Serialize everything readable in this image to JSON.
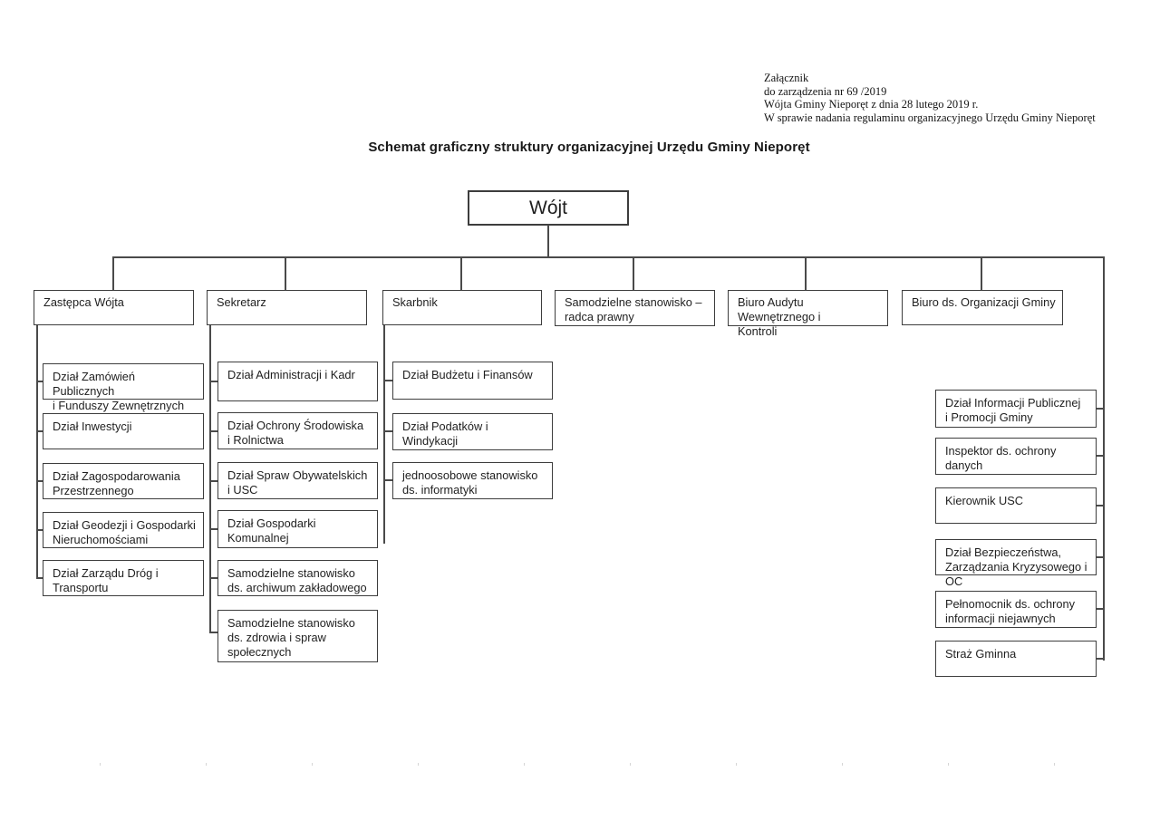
{
  "note": {
    "lines": [
      "Załącznik",
      "do zarządzenia nr 69 /2019",
      "Wójta Gminy Nieporęt z dnia 28 lutego 2019 r.",
      "W sprawie nadania regulaminu organizacyjnego Urzędu Gminy Nieporęt"
    ]
  },
  "title": "Schemat graficzny struktury organizacyjnej Urzędu Gminy Nieporęt",
  "org": {
    "root": {
      "label": "Wójt"
    },
    "branches": [
      {
        "label": "Zastępca  Wójta",
        "children": [
          "Dział Zamówień Publicznych\ni Funduszy Zewnętrznych",
          "Dział Inwestycji",
          "Dział Zagospodarowania\nPrzestrzennego",
          "Dział Geodezji i Gospodarki\nNieruchomościami",
          "Dział Zarządu Dróg i\nTransportu"
        ]
      },
      {
        "label": "Sekretarz",
        "children": [
          "Dział Administracji i Kadr",
          "Dział Ochrony Środowiska\ni Rolnictwa",
          "Dział Spraw Obywatelskich\ni USC",
          "Dział Gospodarki Komunalnej",
          "Samodzielne stanowisko\nds. archiwum zakładowego",
          "Samodzielne stanowisko\nds. zdrowia i spraw\nspołecznych"
        ]
      },
      {
        "label": "Skarbnik",
        "children": [
          "Dział Budżetu i Finansów",
          "Dział Podatków i Windykacji",
          "jednoosobowe stanowisko\nds. informatyki"
        ]
      },
      {
        "label": "Samodzielne stanowisko –\nradca prawny",
        "children": []
      },
      {
        "label": "Biuro Audytu Wewnętrznego i\nKontroli",
        "children": []
      },
      {
        "label": "Biuro ds. Organizacji Gminy",
        "children": []
      }
    ],
    "right_units": [
      "Dział Informacji Publicznej\ni Promocji Gminy",
      "Inspektor ds. ochrony danych",
      "Kierownik USC",
      "Dział Bezpieczeństwa,\nZarządzania Kryzysowego i OC",
      "Pełnomocnik ds. ochrony\ninformacji niejawnych",
      "Straż Gminna"
    ]
  },
  "colors": {
    "ink": "#1f1f1f",
    "line": "#4a4a4a",
    "background": "#ffffff"
  }
}
